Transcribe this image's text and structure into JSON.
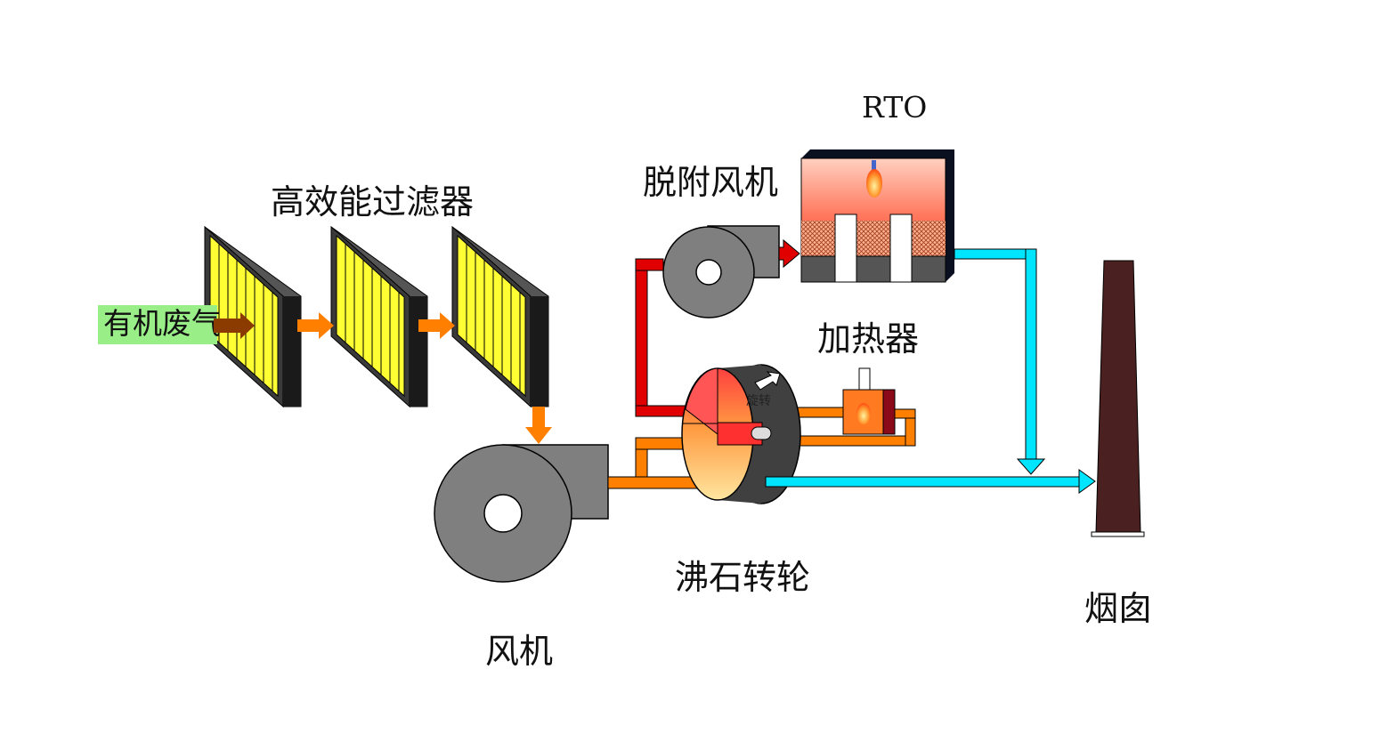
{
  "labels": {
    "filter_title": "高效能过滤器",
    "inlet": "有机废气",
    "fan": "风机",
    "rotor": "沸石转轮",
    "rotate": "旋转",
    "desorb_fan": "脱附风机",
    "rto": "RTO",
    "heater": "加热器",
    "chimney": "烟囱"
  },
  "colors": {
    "filter_yellow": "#ffff33",
    "filter_dark": "#3a3a3a",
    "fan_gray": "#7f7f7f",
    "orange_flow": "#ff7f00",
    "red_flow": "#e00000",
    "cyan_flow": "#00e5ff",
    "inlet_green": "#99ee88",
    "inlet_arrow": "#8b3a00",
    "chimney_brown": "#4a2020",
    "rto_red": "#ff4a3a",
    "outline": "#000000"
  },
  "icons": [
    "rotate-arrow-icon",
    "flame-icon"
  ]
}
